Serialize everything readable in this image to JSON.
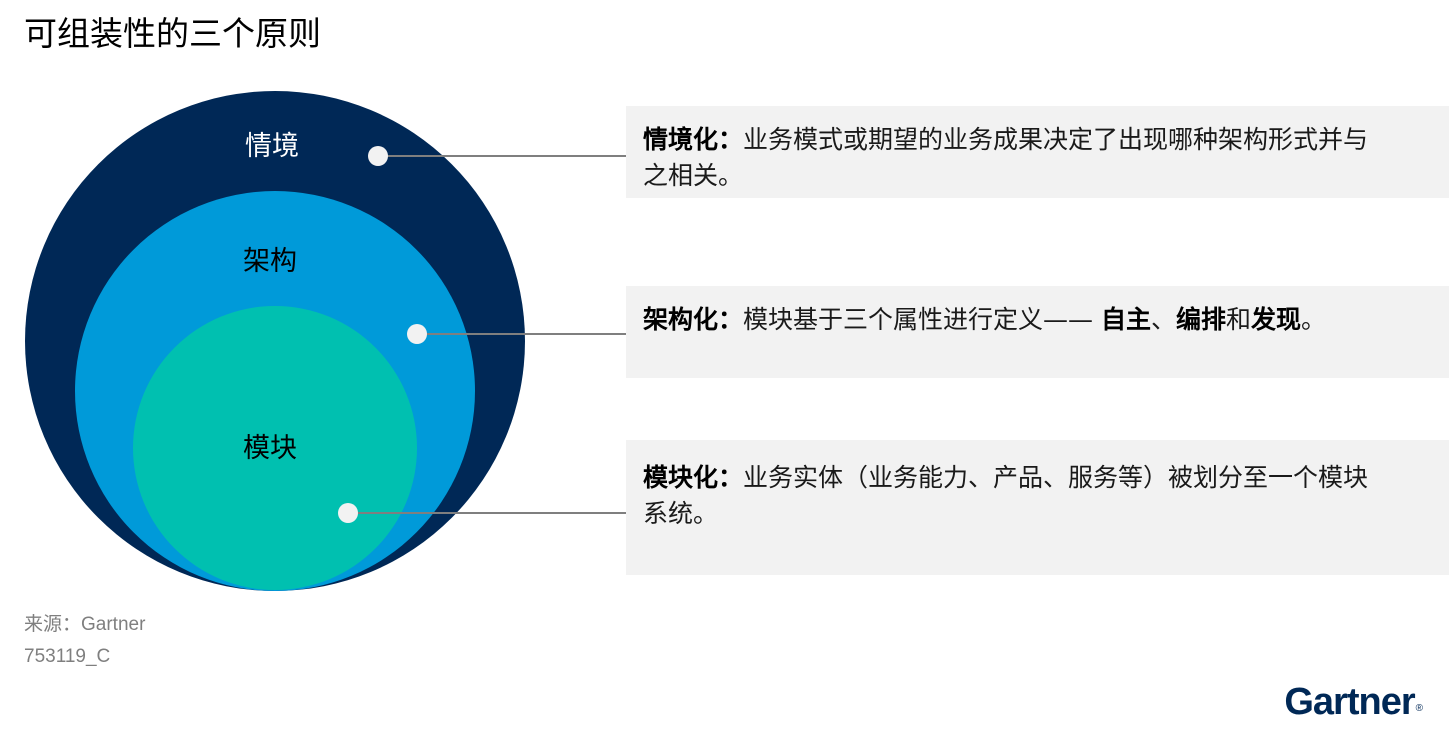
{
  "title": "可组装性的三个原则",
  "circles": {
    "outer": {
      "label": "情境",
      "color": "#002856",
      "text_color": "#ffffff"
    },
    "middle": {
      "label": "架构",
      "color": "#009ad9",
      "text_color": "#000000"
    },
    "inner": {
      "label": "模块",
      "color": "#00c0b0",
      "text_color": "#000000"
    }
  },
  "descriptions": [
    {
      "lead": "情境化：",
      "text": "业务模式或期望的业务成果决定了出现哪种架构形式并与之相关。"
    },
    {
      "lead": "架构化：",
      "text_a": "模块基于三个属性进行定义—— ",
      "bold_a": "自主",
      "sep_a": "、",
      "bold_b": "编排",
      "sep_b": "和",
      "bold_c": "发现",
      "end": "。"
    },
    {
      "lead": "模块化：",
      "text": "业务实体（业务能力、产品、服务等）被划分至一个模块系统。"
    }
  ],
  "source": "来源：Gartner",
  "doc_id": "753119_C",
  "logo": "Gartner",
  "logo_mark": "®"
}
